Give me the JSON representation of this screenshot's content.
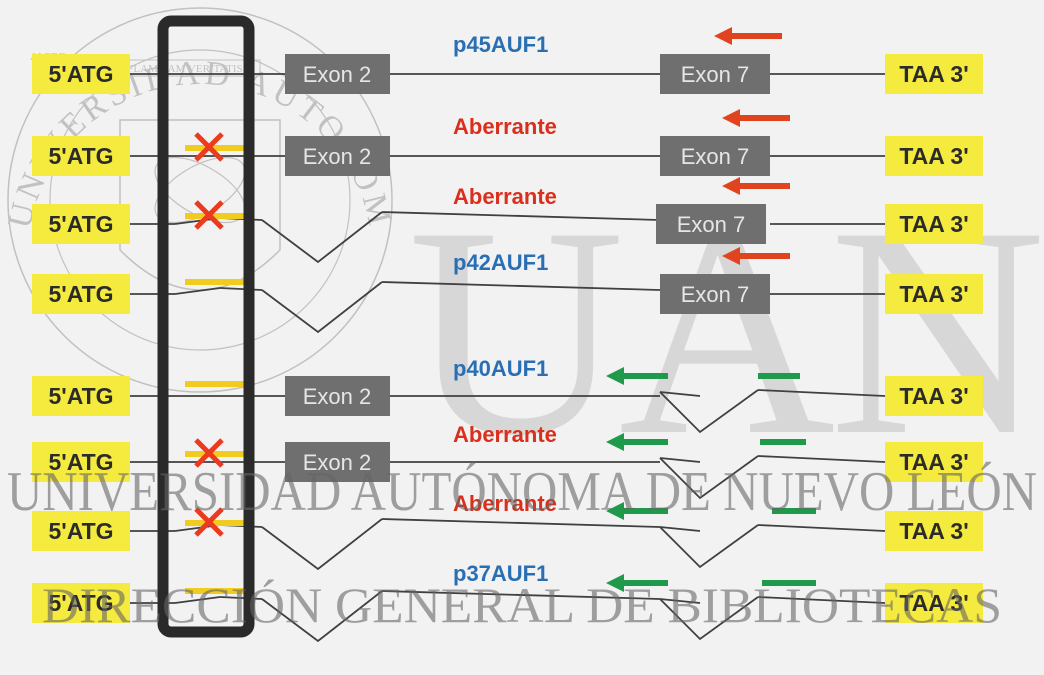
{
  "colors": {
    "panel": "#f2f2f2",
    "label_bg": "#f5ea3e",
    "line": "#404040",
    "exon_bg": "#6f6f6f",
    "exon_text": "#e6e6e6",
    "blue_label": "#2a6fb3",
    "red_label": "#d92f1c",
    "red_arrow": "#e0441f",
    "green_arrow": "#1e9a4a",
    "cross": "#ec3a1e",
    "yellow_bar": "#f1cb1f",
    "frame": "#2a2a2a",
    "watermark": "#9a9a9a"
  },
  "rows": [
    {
      "left": "5'ATG",
      "right": "TAA 3'",
      "label": "p45AUF1",
      "label_color": "blue",
      "exon2": "Exon 2",
      "exon7": "Exon 7",
      "marker": "none",
      "arrow": "red",
      "skip2": false,
      "skip7": false
    },
    {
      "left": "5'ATG",
      "right": "TAA 3'",
      "label": "Aberrante",
      "label_color": "red",
      "exon2": "Exon 2",
      "exon7": "Exon 7",
      "marker": "cross",
      "arrow": "red",
      "skip2": false,
      "skip7": false
    },
    {
      "left": "5'ATG",
      "right": "TAA 3'",
      "label": "Aberrante",
      "label_color": "red",
      "exon2": "",
      "exon7": "Exon 7",
      "marker": "cross",
      "arrow": "red",
      "skip2": true,
      "skip7": false
    },
    {
      "left": "5'ATG",
      "right": "TAA 3'",
      "label": "p42AUF1",
      "label_color": "blue",
      "exon2": "",
      "exon7": "Exon 7",
      "marker": "bar",
      "arrow": "red",
      "skip2": true,
      "skip7": false
    },
    {
      "left": "5'ATG",
      "right": "TAA 3'",
      "label": "p40AUF1",
      "label_color": "blue",
      "exon2": "Exon 2",
      "exon7": "",
      "marker": "bar",
      "arrow": "green",
      "skip2": false,
      "skip7": true
    },
    {
      "left": "5'ATG",
      "right": "TAA 3'",
      "label": "Aberrante",
      "label_color": "red",
      "exon2": "Exon 2",
      "exon7": "",
      "marker": "cross",
      "arrow": "green",
      "skip2": false,
      "skip7": true
    },
    {
      "left": "5'ATG",
      "right": "TAA 3'",
      "label": "Aberrante",
      "label_color": "red",
      "exon2": "",
      "exon7": "",
      "marker": "cross",
      "arrow": "green",
      "skip2": true,
      "skip7": true
    },
    {
      "left": "5'ATG",
      "right": "TAA 3'",
      "label": "p37AUF1",
      "label_color": "blue",
      "exon2": "",
      "exon7": "",
      "marker": "bar",
      "arrow": "green",
      "skip2": true,
      "skip7": true
    }
  ],
  "watermark": {
    "big": "UANL",
    "line1": "UNIVERSIDAD AUTÓNOMA DE NUEVO LEÓN",
    "line2": "DIRECCIÓN GENERAL DE BIBLIOTECAS",
    "seal_ring": "UNIVERSIDAD AUTONOMA DE NUEVO LEON",
    "seal_motto": "FLAMMAM VERITATIS",
    "seal_motto_prefix": "ALERE"
  }
}
